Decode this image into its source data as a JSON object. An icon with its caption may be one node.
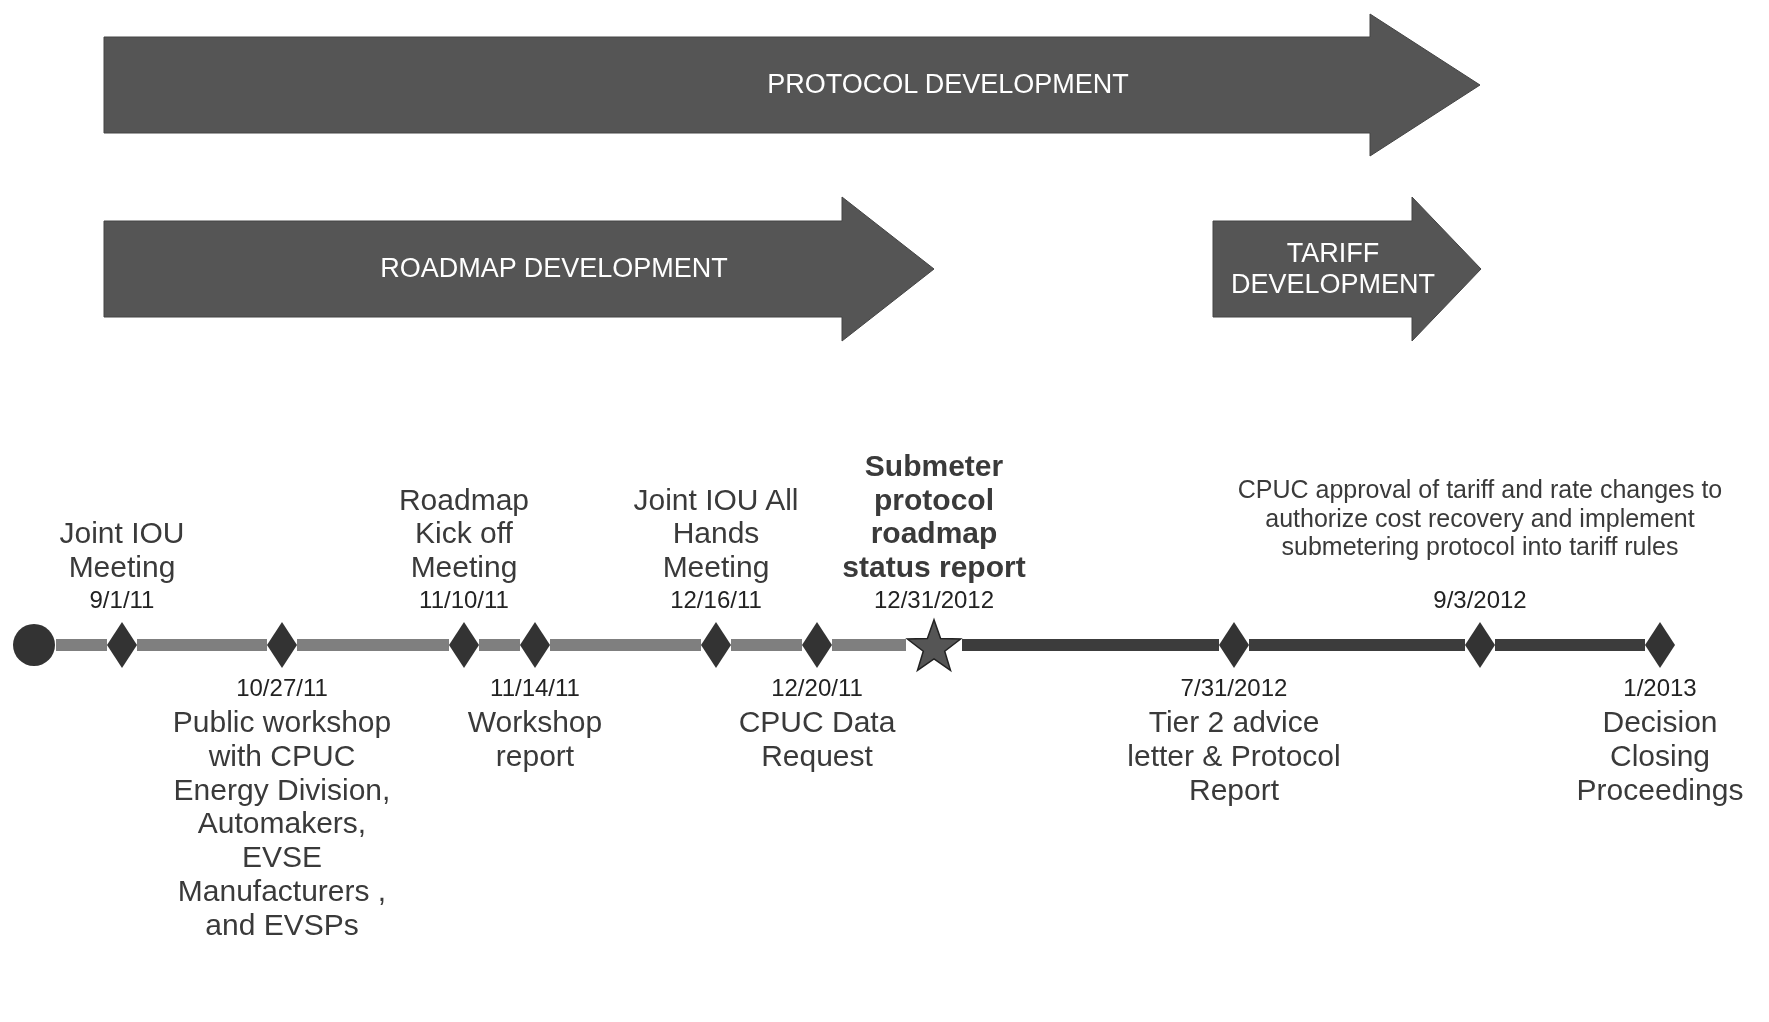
{
  "diagram": {
    "nodes": [
      {
        "text": [
          "PROTOCOL DEVELOPMENT"
        ]
      },
      {
        "text": [
          "ROADMAP DEVELOPMENT"
        ]
      },
      {
        "text": [
          "TARIFF DEVELOPMENT"
        ]
      },
      {
        "text": [],
        "shape": "circle"
      },
      {
        "text": [],
        "shape": "diamond",
        "beside": [
          "Joint IOU Meeting",
          "9/1/11"
        ]
      },
      {
        "text": [],
        "shape": "diamond",
        "beside": [
          "10/27/11",
          "Public workshop with CPUC Energy Division, Automakers, EVSE Manufacturers , and EVSPs"
        ]
      },
      {
        "text": [],
        "shape": "diamond",
        "beside": [
          "Roadmap Kick off Meeting",
          "11/10/11"
        ]
      },
      {
        "text": [],
        "shape": "diamond",
        "beside": [
          "11/14/11",
          "Workshop report"
        ]
      },
      {
        "text": [],
        "shape": "diamond",
        "beside": [
          "Joint IOU All Hands Meeting",
          "12/16/11"
        ]
      },
      {
        "text": [],
        "shape": "diamond",
        "beside": [
          "12/20/11",
          "CPUC Data Request"
        ]
      },
      {
        "text": [],
        "shape": "star",
        "beside": [
          "Submeter protocol roadmap status report",
          "12/31/2012"
        ]
      },
      {
        "text": [],
        "shape": "diamond",
        "beside": [
          "7/31/2012",
          "Tier 2 advice letter & Protocol Report"
        ]
      },
      {
        "text": [],
        "shape": "diamond",
        "beside": [
          "CPUC approval of tariff and rate changes to authorize cost recovery and implement submetering protocol into tariff rules",
          "9/3/2012"
        ]
      },
      {
        "text": [],
        "shape": "diamond",
        "beside": [
          "1/2013",
          "Decision Closing Proceedings"
        ]
      }
    ],
    "edges": [
      {
        "from": 3,
        "to": 4,
        "arrow": "none"
      },
      {
        "from": 4,
        "to": 5,
        "arrow": "none"
      },
      {
        "from": 5,
        "to": 6,
        "arrow": "none"
      },
      {
        "from": 6,
        "to": 7,
        "arrow": "none"
      },
      {
        "from": 7,
        "to": 8,
        "arrow": "none"
      },
      {
        "from": 8,
        "to": 9,
        "arrow": "none"
      },
      {
        "from": 9,
        "to": 10,
        "arrow": "none"
      },
      {
        "from": 10,
        "to": 11,
        "arrow": "none",
        "color": "#3c3c3c"
      },
      {
        "from": 11,
        "to": 12,
        "arrow": "none",
        "color": "#3c3c3c"
      },
      {
        "from": 12,
        "to": 13,
        "arrow": "none",
        "color": "#3c3c3c"
      }
    ]
  }
}
